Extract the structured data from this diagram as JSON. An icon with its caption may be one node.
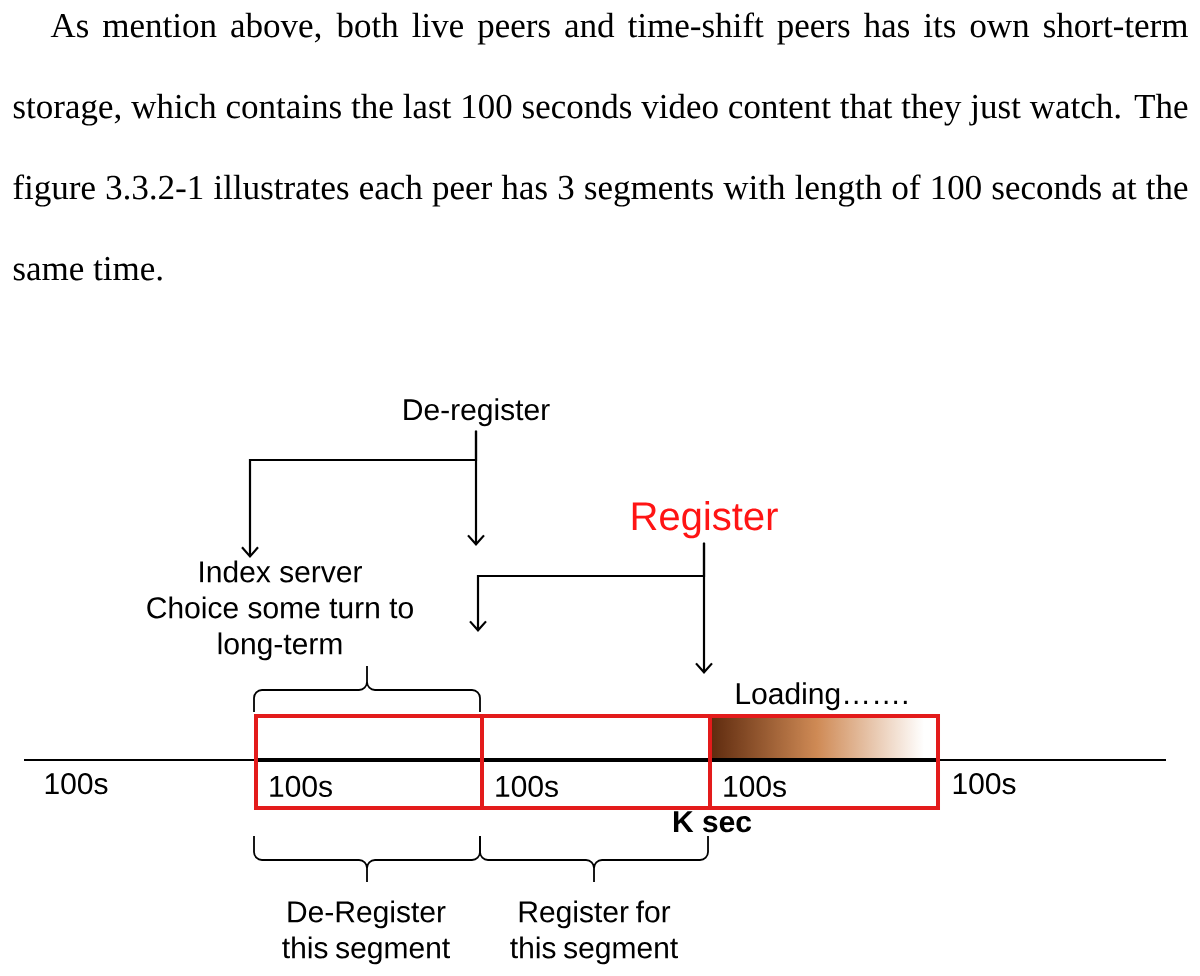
{
  "diagram": {
    "nodes": [
      {
        "text": [
          "De-register"
        ]
      },
      {
        "text": [
          "Index server Choice some turn to long-term"
        ]
      },
      {
        "text": [
          "Register"
        ]
      },
      {
        "text": [
          "100s"
        ]
      },
      {
        "text": [
          "100s"
        ]
      },
      {
        "text": [
          "100s"
        ],
        "beside": [
          "Loading……."
        ]
      }
    ],
    "edges": [
      {
        "from": 0,
        "to": 1,
        "arrow": "to"
      },
      {
        "from": 0,
        "to": null,
        "arrow": "to"
      },
      {
        "from": 2,
        "to": null,
        "arrow": "to"
      },
      {
        "from": 2,
        "to": null,
        "arrow": "to"
      }
    ],
    "labels": [
      "As mention above, both live peers and time-shift peers has its own short-term storage, which contains the last 100 seconds video content that they just watch. The figure 3.3.2-1 illustrates each peer has 3 segments with length of 100 seconds at the same time.",
      "100s",
      "100s",
      "K sec",
      "De-Register this segment",
      "Register for this segment"
    ]
  }
}
